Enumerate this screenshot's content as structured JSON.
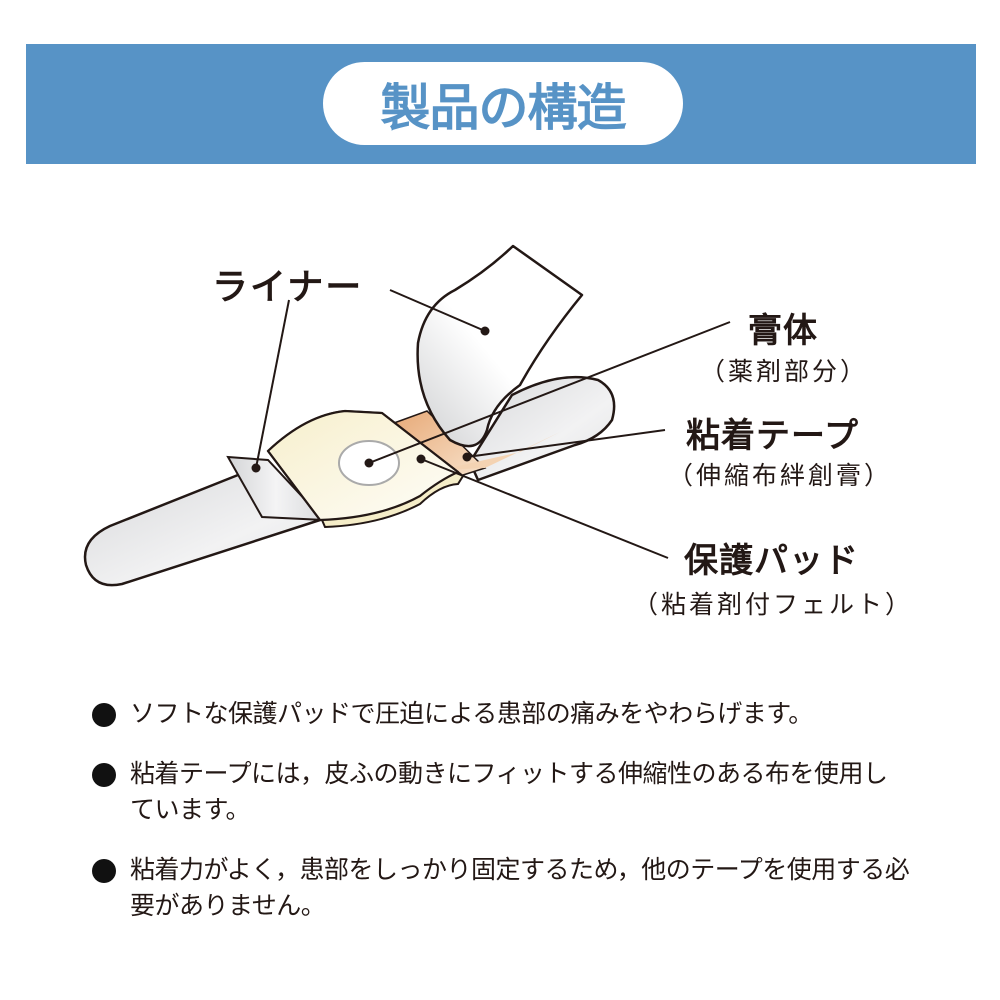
{
  "header": {
    "title": "製品の構造",
    "banner_color": "#5793C6",
    "title_color": "#5793C6"
  },
  "diagram": {
    "labels": {
      "liner": {
        "main": "ライナー"
      },
      "paste_body": {
        "main": "膏体",
        "sub": "（薬剤部分）"
      },
      "adhesive_tape": {
        "main": "粘着テープ",
        "sub": "（伸縮布絆創膏）"
      },
      "protective_pad": {
        "main": "保護パッド",
        "sub": "（粘着剤付フェルト）"
      }
    },
    "colors": {
      "pad": "#FBF6E0",
      "tape": "#EFC49A",
      "liner": "#E4E5E6",
      "outline": "#231815"
    }
  },
  "features": [
    {
      "icon": "bullet-dot",
      "text": "ソフトな保護パッドで圧迫による患部の痛みをやわらげます。"
    },
    {
      "icon": "bullet-dot",
      "text": "粘着テープには，皮ふの動きにフィットする伸縮性のある布を使用しています。"
    },
    {
      "icon": "bullet-dot",
      "text": "粘着力がよく，患部をしっかり固定するため，他のテープを使用する必要がありません。"
    }
  ]
}
